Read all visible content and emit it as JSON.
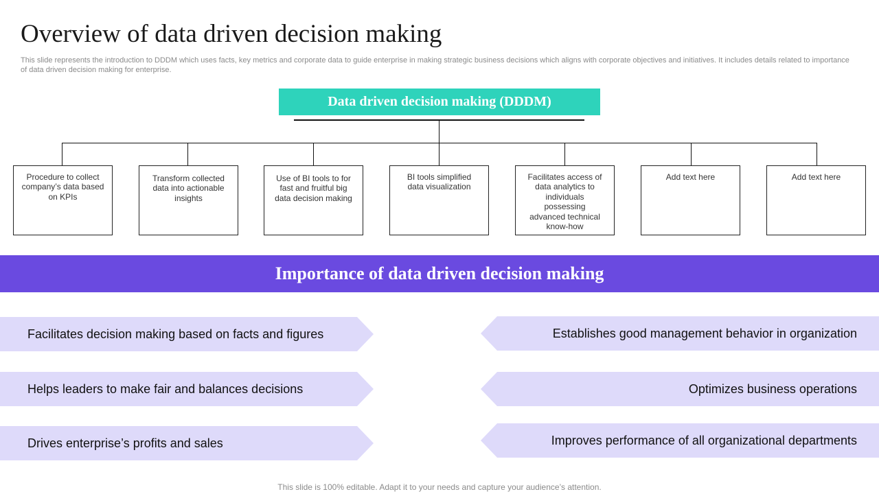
{
  "header": {
    "title": "Overview of data driven decision making",
    "subtitle": "This slide represents the introduction to DDDM which uses facts, key metrics and corporate data to guide enterprise in making strategic business decisions which aligns with corporate objectives and initiatives. It includes details related to importance of data driven decision making for enterprise."
  },
  "tree": {
    "root_label": "Data driven decision making (DDDM)",
    "root_color": "#2ed3bb",
    "items": [
      "Procedure to collect company’s data based on KPIs",
      "Transform collected data into actionable insights",
      "Use of BI tools to for fast and fruitful big data decision making",
      "BI tools simplified data visualization",
      "Facilitates access of data analytics to individuals possessing advanced technical know-how",
      "Add text here",
      "Add text here"
    ]
  },
  "importance": {
    "banner_title": "Importance of data driven decision making",
    "banner_color": "#6a4ae0",
    "arrow_color": "#dedafa",
    "left": [
      "Facilitates decision making based on facts and figures",
      "Helps leaders to make fair and balances decisions",
      "Drives enterprise’s profits and sales"
    ],
    "right": [
      "Establishes good management behavior in organization",
      "Optimizes business operations",
      "Improves performance of all organizational departments"
    ]
  },
  "footer": {
    "text": "This slide is 100% editable. Adapt it to your needs and capture your audience’s attention."
  }
}
